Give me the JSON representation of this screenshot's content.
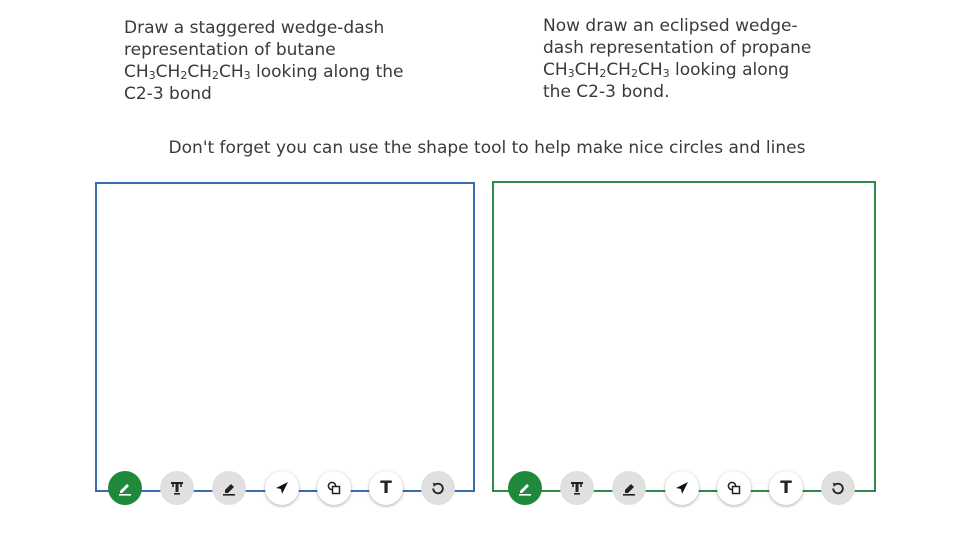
{
  "prompts": {
    "left": {
      "line1": "Draw a staggered wedge-dash",
      "line2": "representation of butane",
      "formula_after": "looking along the",
      "line4": "C2-3 bond"
    },
    "right": {
      "line1": "Now draw an eclipsed wedge-",
      "line2": "dash representation of propane",
      "formula_after": "looking along",
      "line4": "the C2-3 bond."
    }
  },
  "formula": {
    "p1": "CH",
    "s1": "3",
    "p2": "CH",
    "s2": "2",
    "p3": "CH",
    "s3": "2",
    "p4": "CH",
    "s4": "3"
  },
  "hint": "Don't forget you can use the shape tool to help make nice circles and lines",
  "colors": {
    "left_canvas_border": "#3b6bb0",
    "right_canvas_border": "#2e8b47",
    "active_tool": "#1f8a3c"
  },
  "toolbar": {
    "tools": [
      {
        "name": "pen",
        "icon": "pen-icon",
        "active": true
      },
      {
        "name": "highlighter",
        "icon": "highlighter-icon",
        "active": false
      },
      {
        "name": "eraser",
        "icon": "eraser-icon",
        "active": false
      },
      {
        "name": "select",
        "icon": "arrow-pointer-icon",
        "active": false
      },
      {
        "name": "shape",
        "icon": "shapes-icon",
        "active": false
      },
      {
        "name": "text",
        "icon": "text-icon",
        "label": "T",
        "active": false
      },
      {
        "name": "undo",
        "icon": "undo-icon",
        "active": false
      }
    ]
  }
}
